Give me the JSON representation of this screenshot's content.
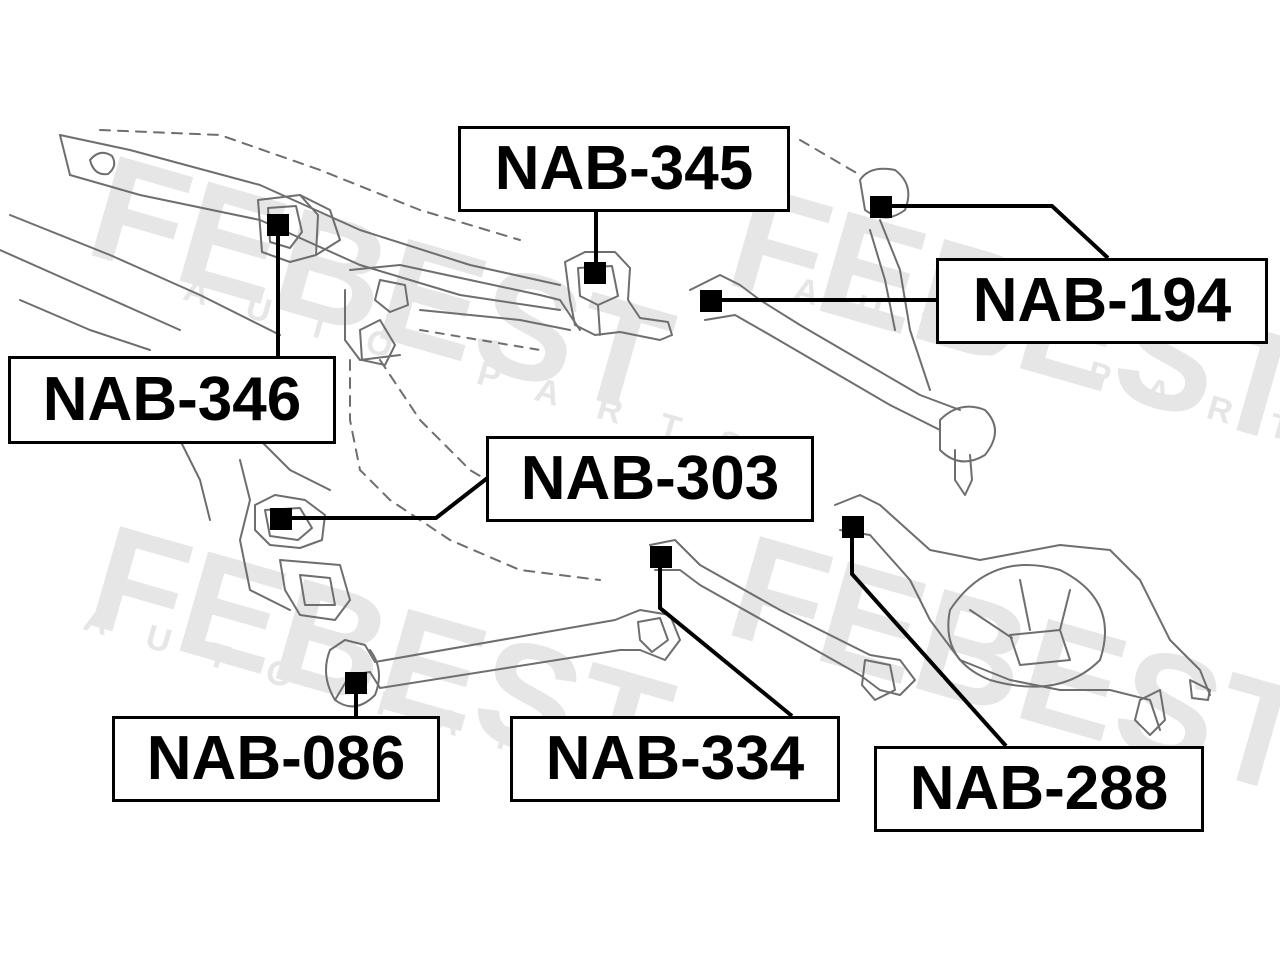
{
  "watermark": {
    "brand": "FEBEST",
    "tagline": "AUTO PARTS"
  },
  "labels": {
    "nab_345": "NAB-345",
    "nab_194": "NAB-194",
    "nab_346": "NAB-346",
    "nab_303": "NAB-303",
    "nab_086": "NAB-086",
    "nab_334": "NAB-334",
    "nab_288": "NAB-288"
  },
  "colors": {
    "line": "#000000",
    "drawing": "#6e6e6e",
    "watermark": "#e6e6e6",
    "background": "#ffffff"
  }
}
